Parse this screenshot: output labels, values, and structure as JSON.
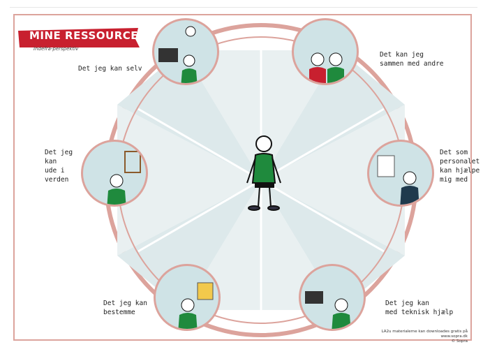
{
  "header": {
    "title": "MINE RESSOURCER",
    "subtitle": "Indefra-perspektiv"
  },
  "sections": [
    {
      "id": "self",
      "label": "Det jeg kan selv"
    },
    {
      "id": "others",
      "label": "Det kan jeg\nsammen med andre"
    },
    {
      "id": "staff",
      "label": "Det som\npersonalet\nkan hjælpe\nmig med"
    },
    {
      "id": "tech",
      "label": "Det jeg kan\nmed teknisk hjælp"
    },
    {
      "id": "decide",
      "label": "Det jeg kan\nbestemme"
    },
    {
      "id": "world",
      "label": "Det jeg\nkan\nude i\nverden"
    }
  ],
  "footer": {
    "line1": "LA2u materialerne kan downloades gratis på www.sopra.dk",
    "line2": "© Sopra"
  },
  "colors": {
    "accent": "#c8202f",
    "ring": "#dca39c",
    "wheel": "#dde9eb",
    "shirt": "#1f8a3d"
  }
}
